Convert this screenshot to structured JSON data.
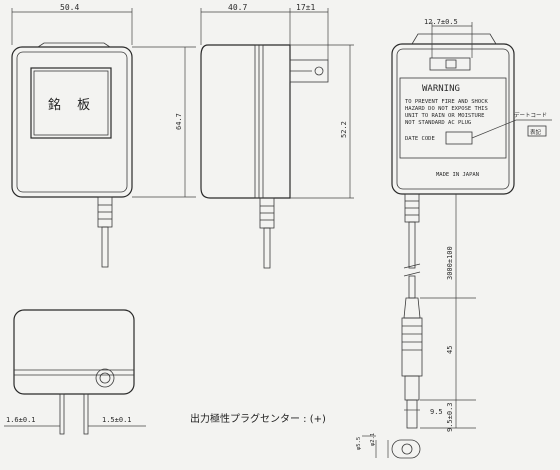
{
  "dimensions": {
    "front_width": "50.4",
    "side_width": "40.7",
    "prong_length": "17±1",
    "height_front": "64.7",
    "height_side": "52.2",
    "prong_spacing": "12.7±0.5",
    "cord_length": "3000±100",
    "plug_length": "45",
    "plug_gap": "9.5",
    "plug_tip": "9.5±0.3",
    "pin_left": "1.6±0.1",
    "pin_right": "1.5±0.1",
    "plug_dia_outer": "φ5.5",
    "plug_dia_inner": "φ2.1"
  },
  "front_label": "銘 板",
  "warning_title": "WARNING",
  "warning_lines": [
    "TO PREVENT FIRE AND SHOCK",
    "HAZARD DO NOT EXPOSE THIS",
    "UNIT TO RAIN OR MOISTURE",
    "NOT STANDARD AC PLUG"
  ],
  "date_code": "DATE CODE",
  "made_in": "MADE IN JAPAN",
  "callout_label": "デートコード",
  "callout_value": "表記",
  "polarity_caption": "出力極性プラグセンター : (+)"
}
